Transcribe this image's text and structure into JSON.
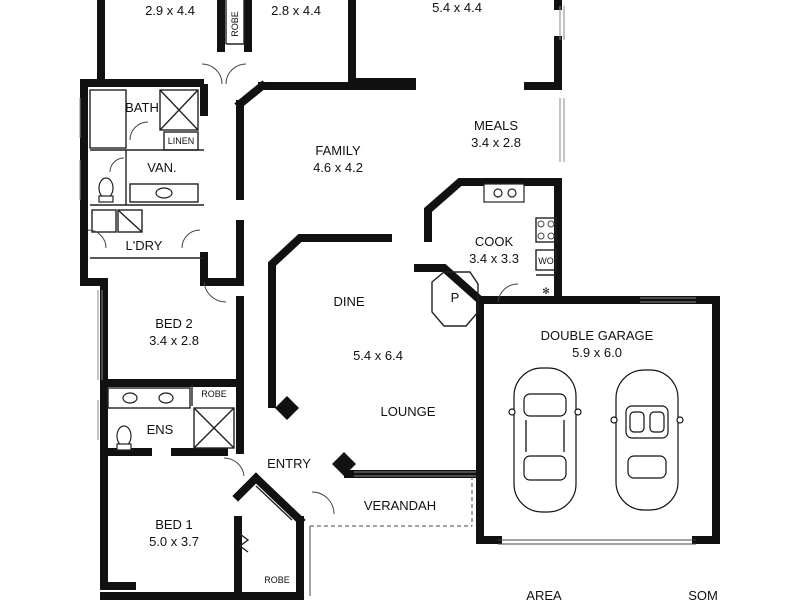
{
  "rooms": {
    "bed_top_left": {
      "dims": "2.9 x 4.4"
    },
    "bed_top_mid": {
      "dims": "2.8 x 4.4"
    },
    "bed_top_right": {
      "dims": "5.4 x 4.4"
    },
    "robe_top": {
      "name": "ROBE"
    },
    "bath": {
      "name": "BATH"
    },
    "linen": {
      "name": "LINEN"
    },
    "van": {
      "name": "VAN."
    },
    "ldry": {
      "name": "L'DRY"
    },
    "family": {
      "name": "FAMILY",
      "dims": "4.6 x 4.2"
    },
    "meals": {
      "name": "MEALS",
      "dims": "3.4 x 2.8"
    },
    "cook": {
      "name": "COOK",
      "dims": "3.4 x 3.3"
    },
    "wo": {
      "name": "WO"
    },
    "pantry": {
      "name": "P"
    },
    "dine": {
      "name": "DINE"
    },
    "lounge_dims": {
      "dims": "5.4 x 6.4"
    },
    "lounge": {
      "name": "LOUNGE"
    },
    "bed2": {
      "name": "BED 2",
      "dims": "3.4 x 2.8"
    },
    "robe_bed2": {
      "name": "ROBE"
    },
    "ens": {
      "name": "ENS"
    },
    "entry": {
      "name": "ENTRY"
    },
    "verandah": {
      "name": "VERANDAH"
    },
    "garage": {
      "name": "DOUBLE GARAGE",
      "dims": "5.9 x 6.0"
    },
    "bed1": {
      "name": "BED 1",
      "dims": "5.0 x 3.7"
    },
    "robe_bed1": {
      "name": "ROBE"
    }
  },
  "footer": {
    "area_label": "AREA",
    "sqm_label": "SQM"
  }
}
